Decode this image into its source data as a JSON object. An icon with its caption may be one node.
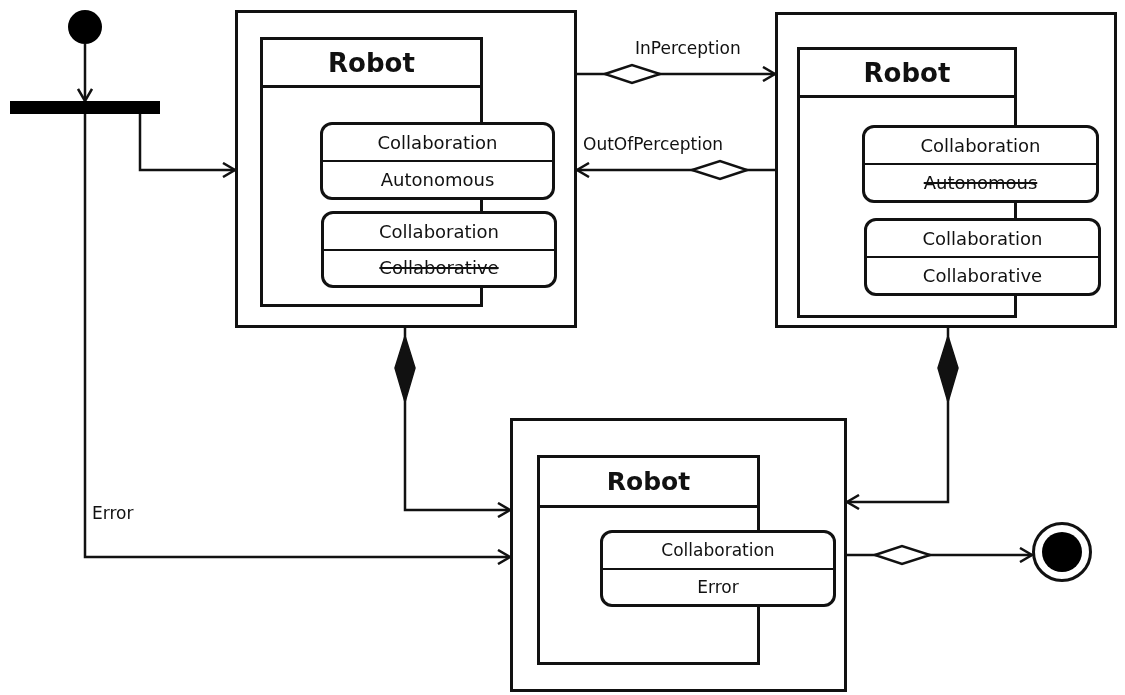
{
  "diagram": {
    "nodes": [
      {
        "text": [],
        "shape": "circle"
      },
      {
        "text": [],
        "shape": "bar"
      },
      {
        "text": [],
        "shape": "box"
      },
      {
        "text": [
          "Robot"
        ],
        "in": 2
      },
      {
        "text": [
          "Collaboration",
          "Autonomous"
        ],
        "in": 2
      },
      {
        "text": [
          "Collaboration",
          "Collaborative"
        ],
        "in": 2
      },
      {
        "text": [],
        "shape": "box"
      },
      {
        "text": [
          "Robot"
        ],
        "in": 6
      },
      {
        "text": [
          "Collaboration",
          "Autonomous"
        ],
        "in": 6
      },
      {
        "text": [
          "Collaboration",
          "Collaborative"
        ],
        "in": 6
      },
      {
        "text": [],
        "shape": "box"
      },
      {
        "text": [
          "Robot"
        ],
        "in": 10
      },
      {
        "text": [
          "Collaboration",
          "Error"
        ],
        "in": 10
      },
      {
        "text": [],
        "shape": "circle"
      }
    ],
    "edges": [
      {
        "from": 0,
        "to": 1,
        "arrow": "to"
      },
      {
        "from": 1,
        "to": 2,
        "arrow": "to"
      },
      {
        "from": 1,
        "to": 10,
        "arrow": "to",
        "label": "Error"
      },
      {
        "from": 2,
        "to": 6,
        "arrow": "to",
        "label": "InPerception"
      },
      {
        "from": 6,
        "to": 2,
        "arrow": "to",
        "label": "OutOfPerception"
      },
      {
        "from": 2,
        "to": 10,
        "arrow": "to"
      },
      {
        "from": 6,
        "to": 10,
        "arrow": "to"
      },
      {
        "from": 10,
        "to": 13,
        "arrow": "to"
      }
    ]
  }
}
